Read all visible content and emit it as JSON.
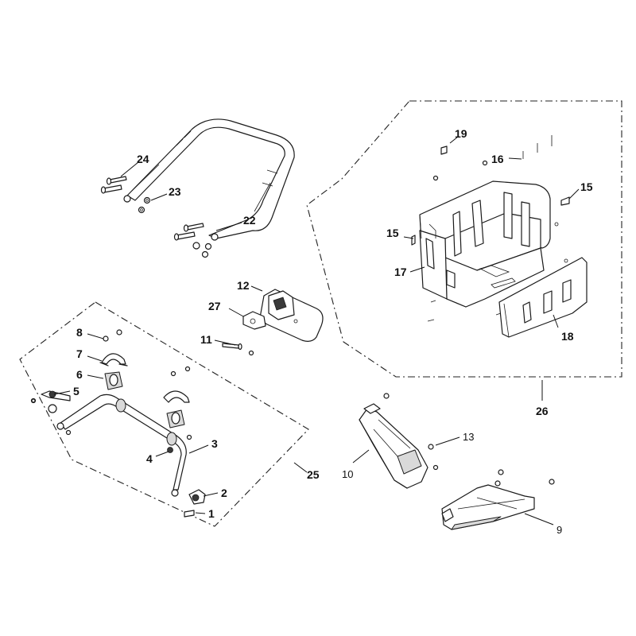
{
  "callouts": {
    "c1": "1",
    "c2": "2",
    "c3": "3",
    "c4": "4",
    "c5": "5",
    "c6": "6",
    "c7": "7",
    "c8": "8",
    "c9": "9",
    "c10": "10",
    "c11": "11",
    "c12": "12",
    "c13": "13",
    "c15a": "15",
    "c15b": "15",
    "c16": "16",
    "c17": "17",
    "c18": "18",
    "c19": "19",
    "c22": "22",
    "c23": "23",
    "c24": "24",
    "c25": "25",
    "c26": "26",
    "c27": "27"
  }
}
